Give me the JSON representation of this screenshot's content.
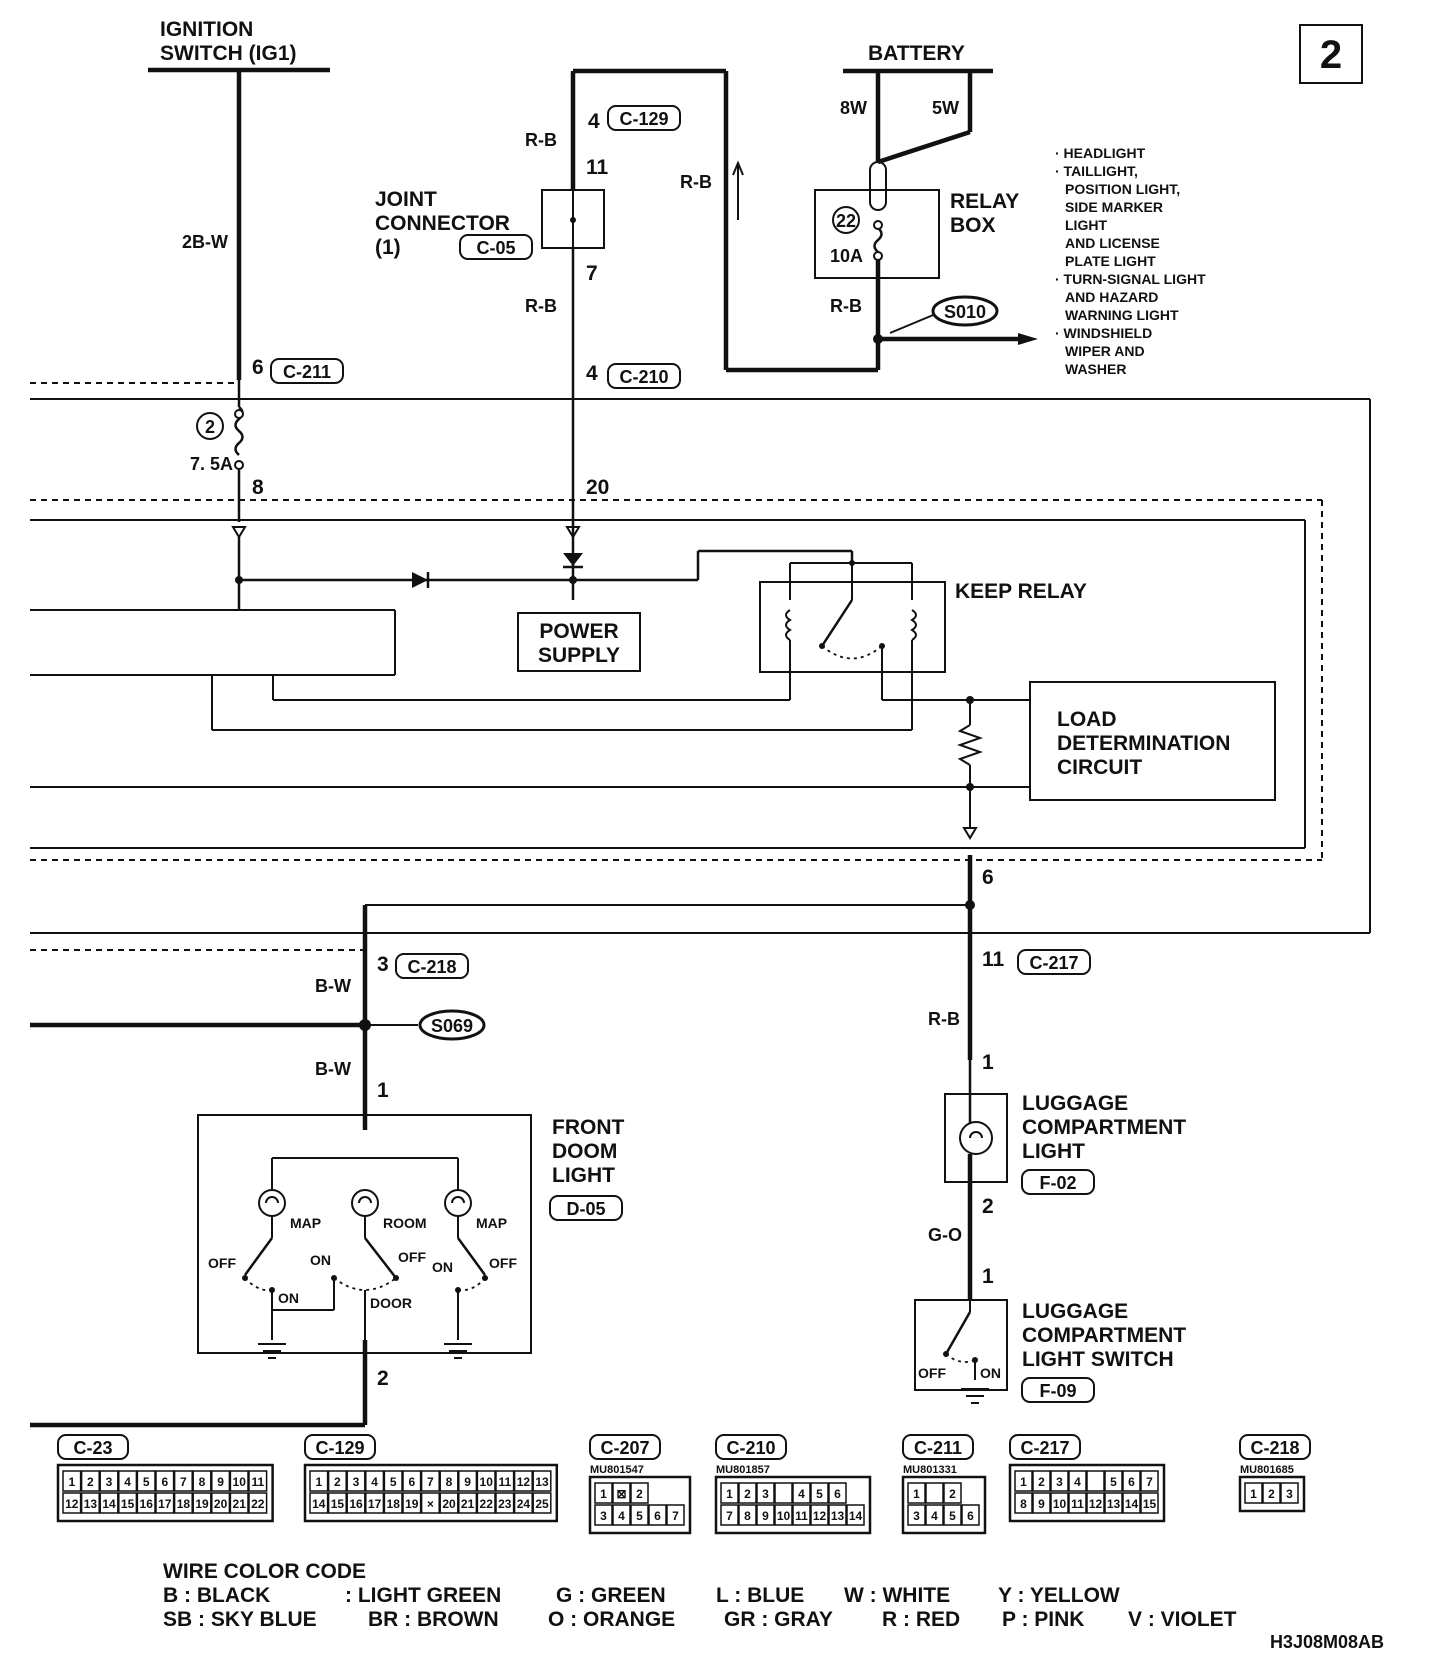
{
  "page_number": "2",
  "sources": {
    "ignition": "IGNITION\nSWITCH (IG1)",
    "battery": "BATTERY"
  },
  "wires": {
    "ig_wire": "2B-W",
    "bat_8w": "8W",
    "bat_5w": "5W",
    "rb1": "R-B",
    "rb2": "R-B",
    "rb3": "R-B",
    "rb4": "R-B",
    "rb5": "R-B",
    "bw1": "B-W",
    "bw2": "B-W",
    "go": "G-O"
  },
  "connectors": {
    "c129": "C-129",
    "c05": "C-05",
    "c211": "C-211",
    "c210": "C-210",
    "c218": "C-218",
    "c217": "C-217",
    "f02": "F-02",
    "f09": "F-09",
    "d05": "D-05"
  },
  "splices": {
    "s010": "S010",
    "s069": "S069"
  },
  "pins": {
    "c129_pin": "4",
    "jc_in": "11",
    "jc_out": "7",
    "c210_pin": "4",
    "c211_pin": "6",
    "fuse_out": "8",
    "etacs_20": "20",
    "etacs_6": "6",
    "c218_pin": "3",
    "c217_pin": "11",
    "dome_in": "1",
    "dome_out": "2",
    "lug_in": "1",
    "lug_out": "2",
    "sw_in": "1"
  },
  "components": {
    "joint_connector": "JOINT\nCONNECTOR\n(1)",
    "relay_box": "RELAY\nBOX",
    "relay_fuse_no": "22",
    "relay_fuse_amp": "10A",
    "fuse_no": "2",
    "fuse_amp": "7. 5A",
    "power_supply": "POWER\nSUPPLY",
    "keep_relay": "KEEP RELAY",
    "load_circuit": "LOAD\nDETERMINATION\nCIRCUIT",
    "front_dome": "FRONT\nDOOM\nLIGHT",
    "luggage_light": "LUGGAGE\nCOMPARTMENT\nLIGHT",
    "luggage_switch": "LUGGAGE\nCOMPARTMENT\nLIGHT SWITCH"
  },
  "relay_outputs": [
    "· HEADLIGHT",
    "· TAILLIGHT,",
    "  POSITION LIGHT,",
    "  SIDE MARKER",
    "  LIGHT",
    "  AND LICENSE",
    "  PLATE LIGHT",
    "· TURN-SIGNAL LIGHT",
    "  AND HAZARD",
    "  WARNING LIGHT",
    "· WINDSHIELD",
    "  WIPER AND",
    "  WASHER"
  ],
  "dome_switch": {
    "map": "MAP",
    "room": "ROOM",
    "off": "OFF",
    "on": "ON",
    "door": "DOOR"
  },
  "switch_states": {
    "off": "OFF",
    "on": "ON"
  },
  "connector_views": [
    {
      "name": "C-23",
      "part": "",
      "rows": [
        [
          "1",
          "2",
          "3",
          "4",
          "5",
          "6",
          "7",
          "8",
          "9",
          "10",
          "11"
        ],
        [
          "12",
          "13",
          "14",
          "15",
          "16",
          "17",
          "18",
          "19",
          "20",
          "21",
          "22"
        ]
      ]
    },
    {
      "name": "C-129",
      "part": "",
      "rows": [
        [
          "1",
          "2",
          "3",
          "4",
          "5",
          "6",
          "7",
          "8",
          "9",
          "10",
          "11",
          "12",
          "13"
        ],
        [
          "14",
          "15",
          "16",
          "17",
          "18",
          "19",
          "×",
          "20",
          "21",
          "22",
          "23",
          "24",
          "25"
        ]
      ]
    },
    {
      "name": "C-207",
      "part": "MU801547",
      "rows": [
        [
          "1",
          "⊠",
          "2"
        ],
        [
          "3",
          "4",
          "5",
          "6",
          "7"
        ]
      ]
    },
    {
      "name": "C-210",
      "part": "MU801857",
      "rows": [
        [
          "1",
          "2",
          "3",
          "",
          "4",
          "5",
          "6"
        ],
        [
          "7",
          "8",
          "9",
          "10",
          "11",
          "12",
          "13",
          "14"
        ]
      ]
    },
    {
      "name": "C-211",
      "part": "MU801331",
      "rows": [
        [
          "1",
          "",
          "2"
        ],
        [
          "3",
          "4",
          "5",
          "6"
        ]
      ]
    },
    {
      "name": "C-217",
      "part": "",
      "rows": [
        [
          "1",
          "2",
          "3",
          "4",
          "",
          "5",
          "6",
          "7"
        ],
        [
          "8",
          "9",
          "10",
          "11",
          "12",
          "13",
          "14",
          "15"
        ]
      ]
    },
    {
      "name": "C-218",
      "part": "MU801685",
      "rows": [
        [
          "1",
          "2",
          "3"
        ]
      ]
    }
  ],
  "legend": {
    "title": "WIRE COLOR CODE",
    "row1": [
      "B : BLACK",
      ": LIGHT GREEN",
      "G : GREEN",
      "L : BLUE",
      "W : WHITE",
      "Y : YELLOW"
    ],
    "row2": [
      "SB : SKY BLUE",
      "BR : BROWN",
      "O : ORANGE",
      "GR : GRAY",
      "R : RED",
      "P : PINK",
      "V : VIOLET"
    ]
  },
  "doc_code": "H3J08M08AB"
}
